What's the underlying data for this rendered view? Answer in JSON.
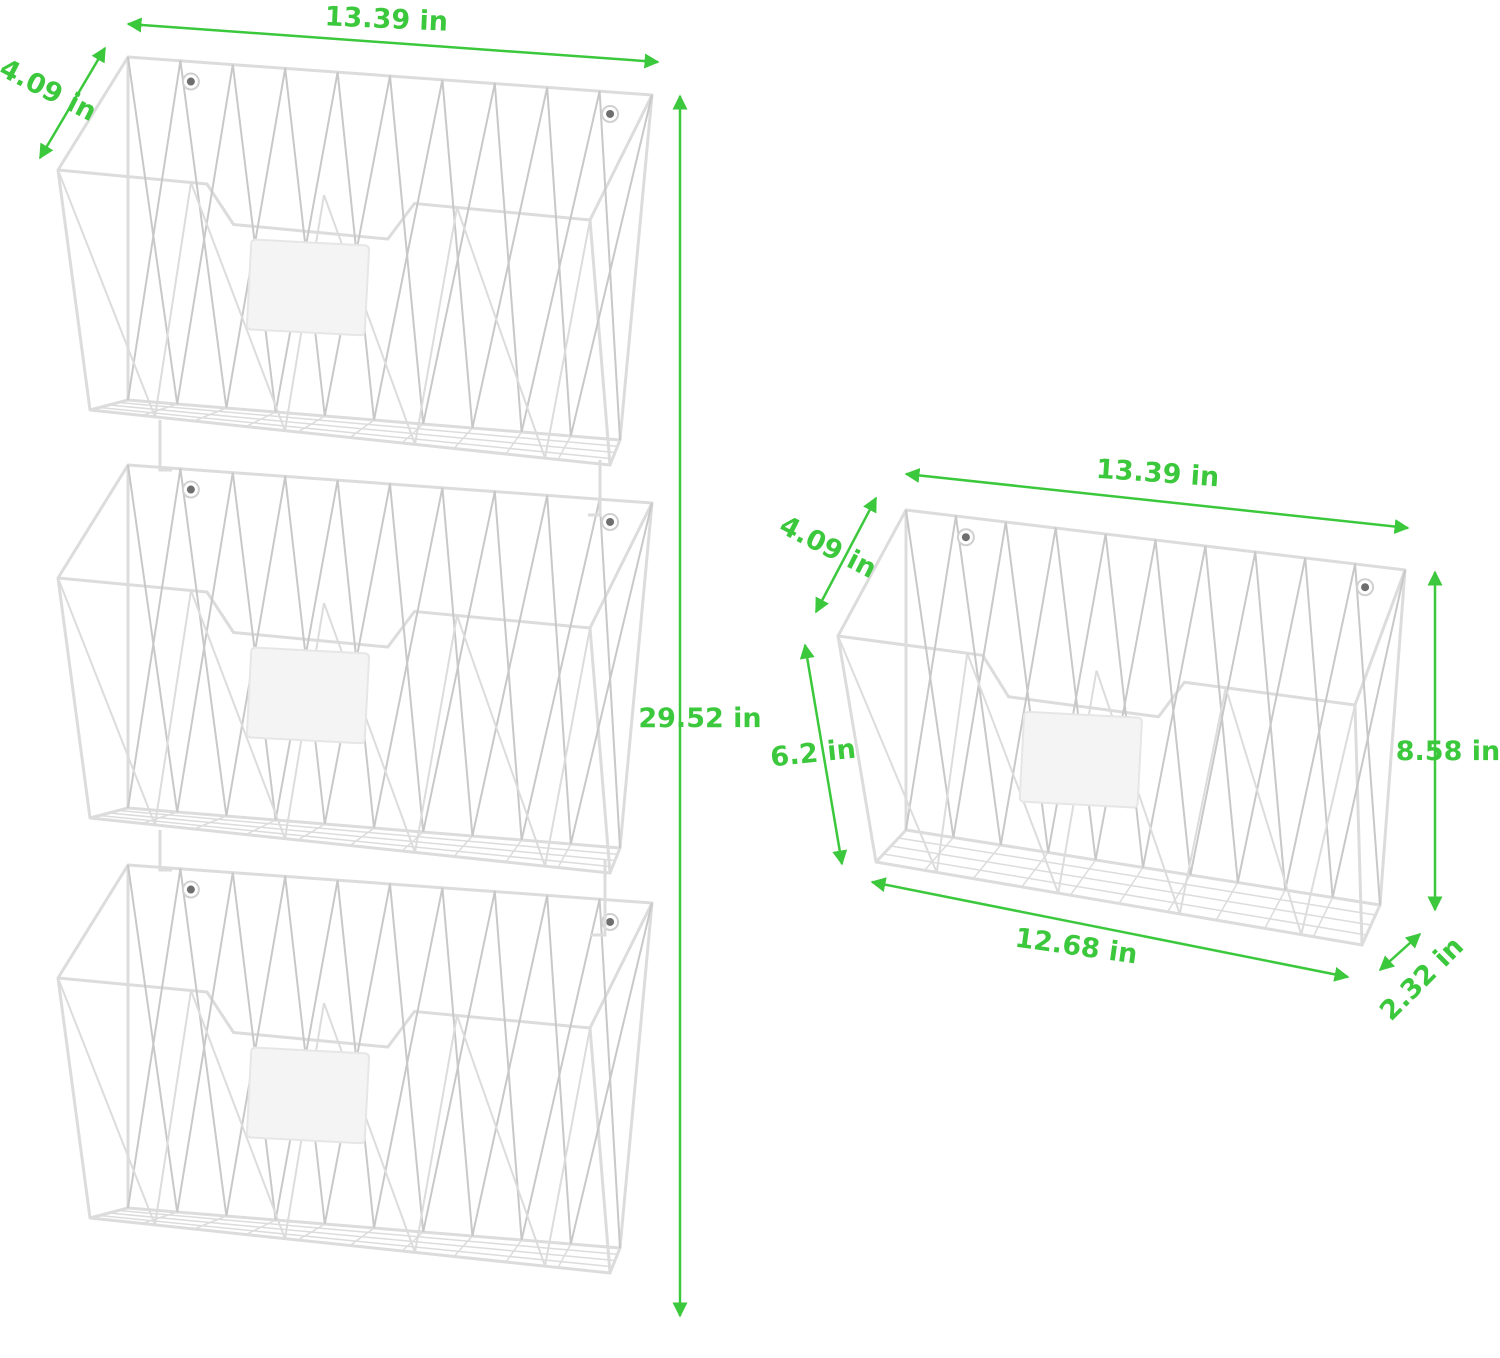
{
  "colors": {
    "dimension": "#3cc83c",
    "wire": "#dcdcdc",
    "wire_dark": "#c8c8c8",
    "label_plate": "#f4f4f4",
    "screw": "#6e6e6e",
    "background": "#ffffff"
  },
  "stack": {
    "width_label": "13.39 in",
    "depth_label": "4.09 in",
    "height_label": "29.52 in"
  },
  "single": {
    "width_label": "13.39 in",
    "depth_label": "4.09 in",
    "front_height_label": "6.2 in",
    "height_label": "8.58 in",
    "bottom_width_label": "12.68 in",
    "bottom_depth_label": "2.32 in"
  }
}
